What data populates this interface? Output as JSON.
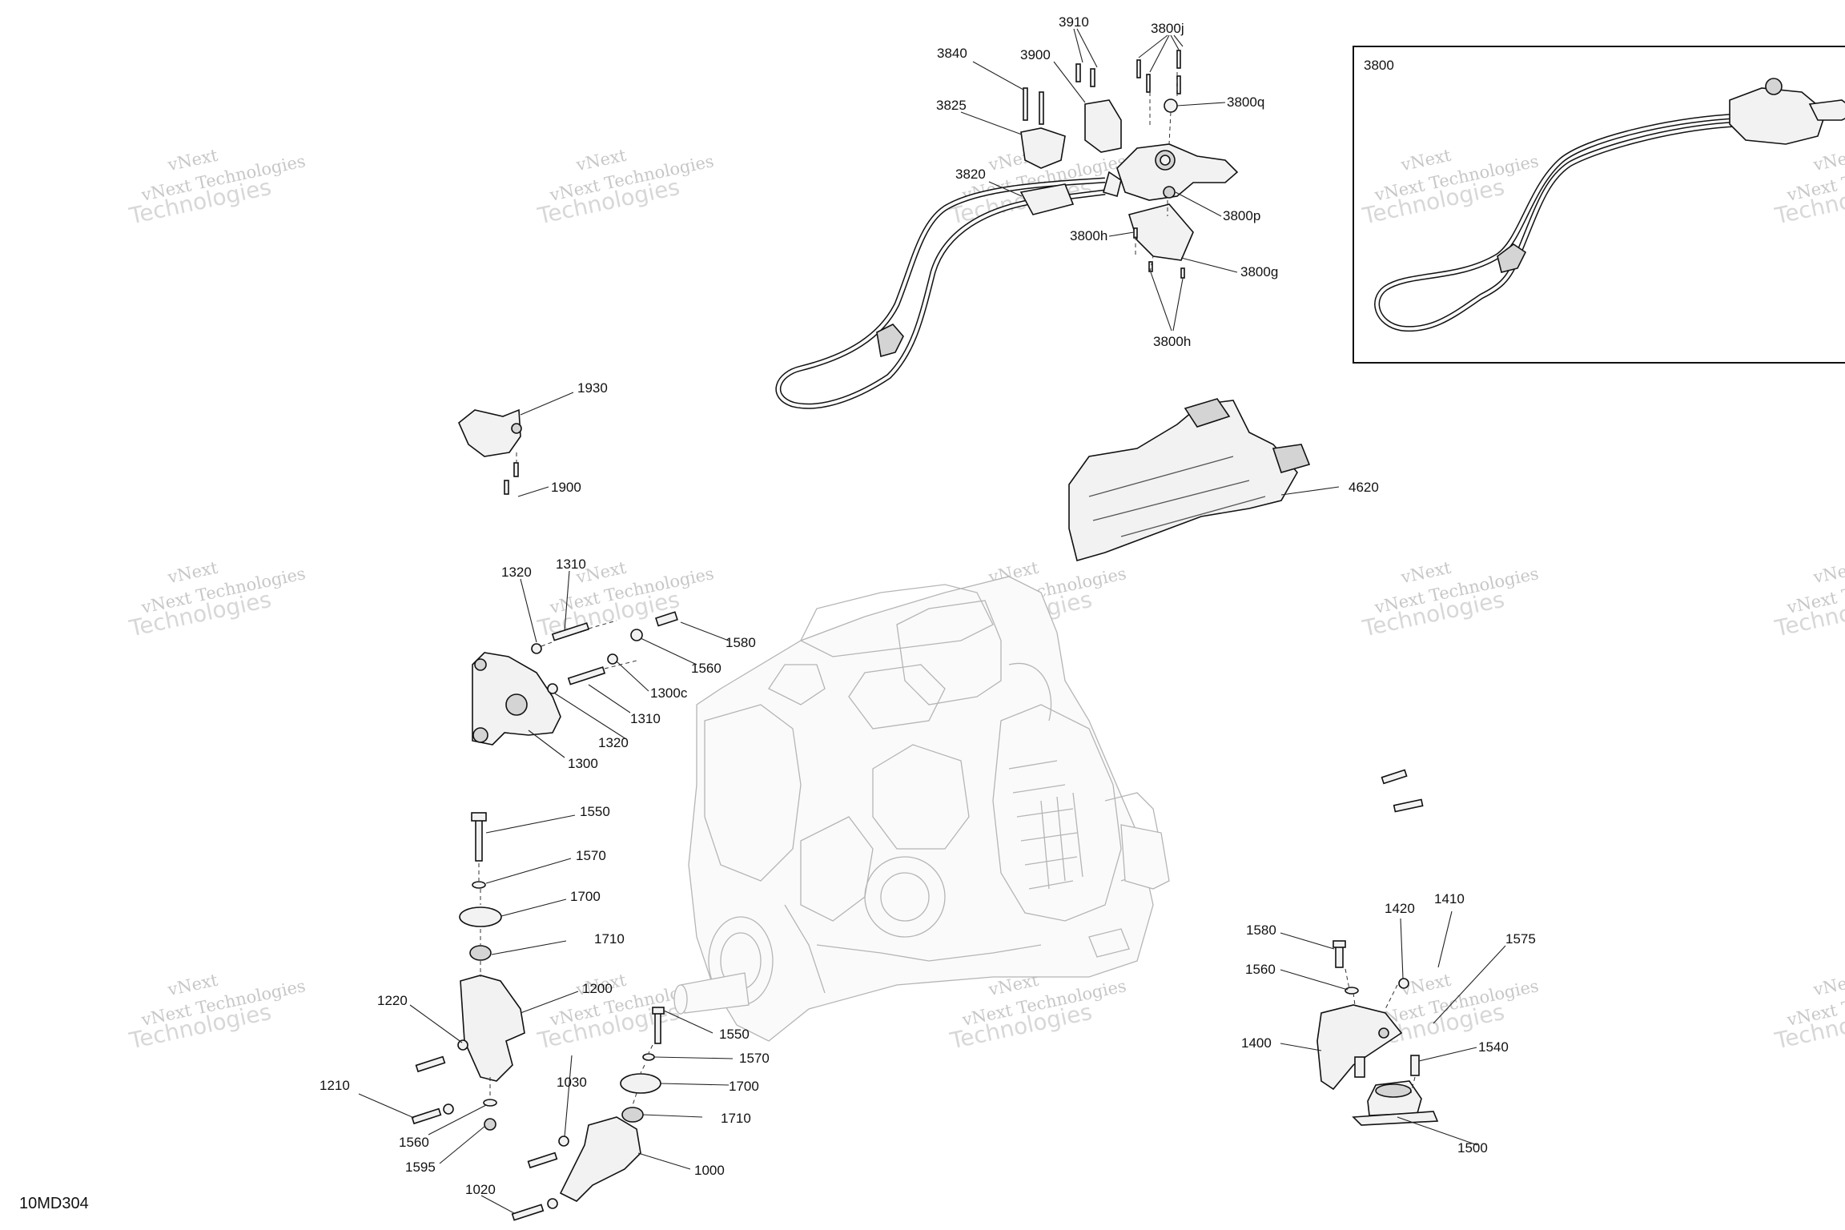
{
  "diagram": {
    "code": "10MD304",
    "inset_label": "3800",
    "watermark": {
      "line1": "vNext Technologies",
      "line2": "Technologies",
      "line3": "vNext"
    },
    "callouts": [
      {
        "id": "3910",
        "text": "3910"
      },
      {
        "id": "3800j",
        "text": "3800j"
      },
      {
        "id": "3840",
        "text": "3840"
      },
      {
        "id": "3900",
        "text": "3900"
      },
      {
        "id": "3800q",
        "text": "3800q"
      },
      {
        "id": "3825",
        "text": "3825"
      },
      {
        "id": "3820",
        "text": "3820"
      },
      {
        "id": "3800p",
        "text": "3800p"
      },
      {
        "id": "3800h_a",
        "text": "3800h"
      },
      {
        "id": "3800g",
        "text": "3800g"
      },
      {
        "id": "3800h_b",
        "text": "3800h"
      },
      {
        "id": "1930",
        "text": "1930"
      },
      {
        "id": "1900",
        "text": "1900"
      },
      {
        "id": "4620",
        "text": "4620"
      },
      {
        "id": "1310_a",
        "text": "1310"
      },
      {
        "id": "1320_a",
        "text": "1320"
      },
      {
        "id": "1580_a",
        "text": "1580"
      },
      {
        "id": "1560_a",
        "text": "1560"
      },
      {
        "id": "1300c",
        "text": "1300c"
      },
      {
        "id": "1310_b",
        "text": "1310"
      },
      {
        "id": "1320_b",
        "text": "1320"
      },
      {
        "id": "1300",
        "text": "1300"
      },
      {
        "id": "1550_a",
        "text": "1550"
      },
      {
        "id": "1570_a",
        "text": "1570"
      },
      {
        "id": "1700_a",
        "text": "1700"
      },
      {
        "id": "1710_a",
        "text": "1710"
      },
      {
        "id": "1200",
        "text": "1200"
      },
      {
        "id": "1220",
        "text": "1220"
      },
      {
        "id": "1550_b",
        "text": "1550"
      },
      {
        "id": "1570_b",
        "text": "1570"
      },
      {
        "id": "1700_b",
        "text": "1700"
      },
      {
        "id": "1710_b",
        "text": "1710"
      },
      {
        "id": "1210",
        "text": "1210"
      },
      {
        "id": "1030",
        "text": "1030"
      },
      {
        "id": "1560_b",
        "text": "1560"
      },
      {
        "id": "1595",
        "text": "1595"
      },
      {
        "id": "1000",
        "text": "1000"
      },
      {
        "id": "1020",
        "text": "1020"
      },
      {
        "id": "1580_b",
        "text": "1580"
      },
      {
        "id": "1420",
        "text": "1420"
      },
      {
        "id": "1410",
        "text": "1410"
      },
      {
        "id": "1575",
        "text": "1575"
      },
      {
        "id": "1560_c",
        "text": "1560"
      },
      {
        "id": "1400",
        "text": "1400"
      },
      {
        "id": "1540",
        "text": "1540"
      },
      {
        "id": "1500",
        "text": "1500"
      }
    ]
  }
}
